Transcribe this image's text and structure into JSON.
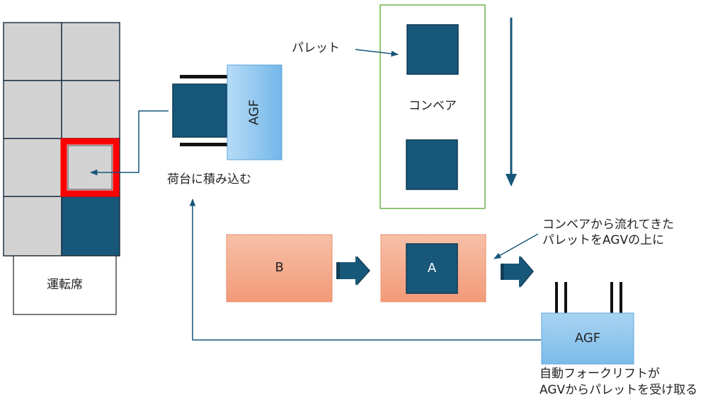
{
  "truck": {
    "cabin_label": "運転席",
    "load_caption": "荷台に積み込む"
  },
  "agf_top": {
    "label": "AGF"
  },
  "agf_bottom": {
    "label": "AGF",
    "caption_line1": "自動フォークリフトが",
    "caption_line2": "AGVからパレットを受け取る"
  },
  "conveyor": {
    "label": "コンベア",
    "pallet_label": "パレット"
  },
  "agv_b": {
    "label": "B"
  },
  "agv_a": {
    "label": "A"
  },
  "note": {
    "line1": "コンベアから流れてきた",
    "line2": "パレットをAGVの上に"
  },
  "colors": {
    "navy": "#17577a",
    "gray": "#d3d3d3",
    "highlight": "#ff0000",
    "salmon": "#f4a98a",
    "agf_blue": "#8cc4ee",
    "conveyor_border": "#6fb24a"
  }
}
